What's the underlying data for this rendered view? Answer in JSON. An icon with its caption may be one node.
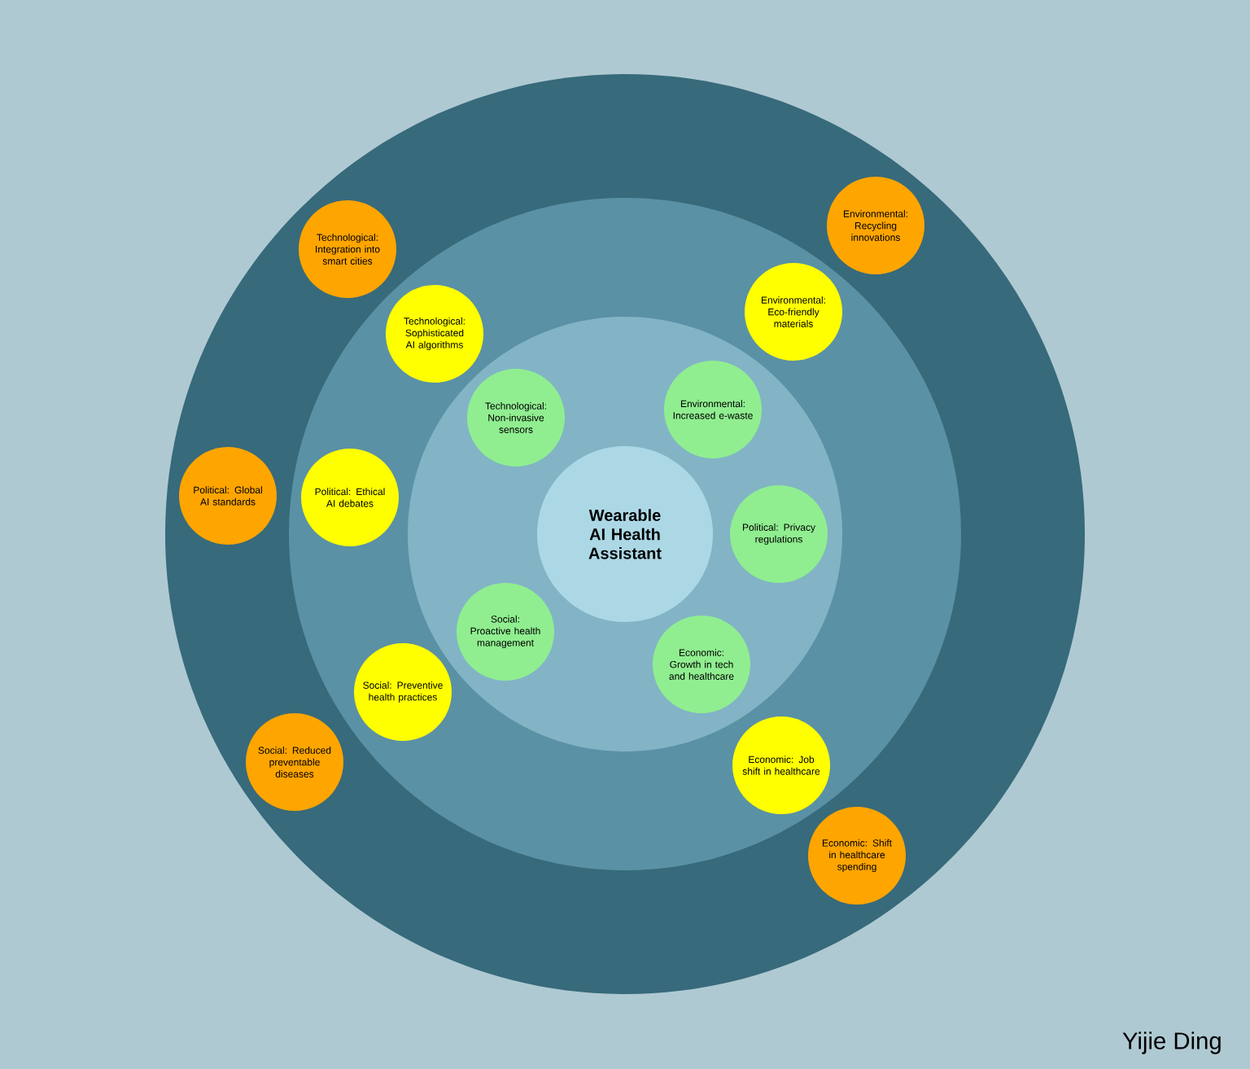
{
  "diagram": {
    "nodes": [
      {
        "text": [],
        "shape": "circle"
      },
      {
        "text": [],
        "shape": "circle",
        "in": 0
      },
      {
        "text": [],
        "shape": "circle",
        "in": 1
      },
      {
        "text": [
          "Wearable AI Health Assistant"
        ],
        "in": 2
      },
      {
        "text": [
          "Technological: Integration into smart cities"
        ],
        "in": 0
      },
      {
        "text": [
          "Environmental: Recycling innovations"
        ],
        "in": 0
      },
      {
        "text": [
          "Political: Global AI standards"
        ],
        "in": 0
      },
      {
        "text": [
          "Social: Reduced preventable diseases"
        ],
        "in": 0
      },
      {
        "text": [
          "Economic: Shift in healthcare spending"
        ],
        "in": 0
      },
      {
        "text": [
          "Environmental: Eco-friendly materials"
        ],
        "in": 1
      },
      {
        "text": [
          "Technological: Sophisticated AI algorithms"
        ],
        "in": 1
      },
      {
        "text": [
          "Political: Ethical AI debates"
        ],
        "in": 1
      },
      {
        "text": [
          "Social: Preventive health practices"
        ],
        "in": 1
      },
      {
        "text": [
          "Economic: Job shift in healthcare"
        ],
        "in": 1
      },
      {
        "text": [
          "Environmental: Increased e-waste"
        ],
        "in": 2
      },
      {
        "text": [
          "Technological: Non-invasive sensors"
        ],
        "in": 2
      },
      {
        "text": [
          "Political: Privacy regulations"
        ],
        "in": 2
      },
      {
        "text": [
          "Social: Proactive health management"
        ],
        "in": 2
      },
      {
        "text": [
          "Economic: Growth in tech and healthcare"
        ],
        "in": 2
      }
    ],
    "labels": [
      "Yijie Ding"
    ]
  }
}
